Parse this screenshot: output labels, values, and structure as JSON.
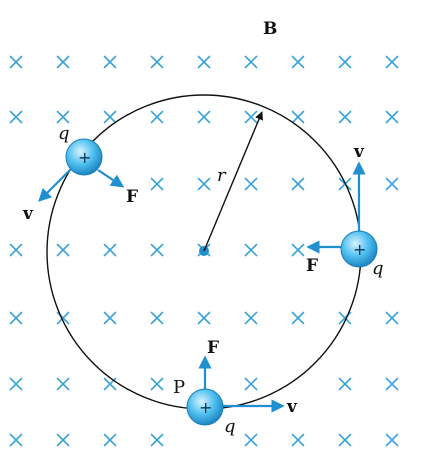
{
  "field_label": "B",
  "radius_label": "r",
  "charge_label": "q",
  "charge_sign": "+",
  "point_label": "P",
  "velocity_label": "v",
  "force_label": "F",
  "colors": {
    "field_cross": "#3aa3d8",
    "vector_arrow": "#1f8fd0",
    "charge_fill": "#4fc0f0",
    "center_dot": "#1f8fd0"
  }
}
